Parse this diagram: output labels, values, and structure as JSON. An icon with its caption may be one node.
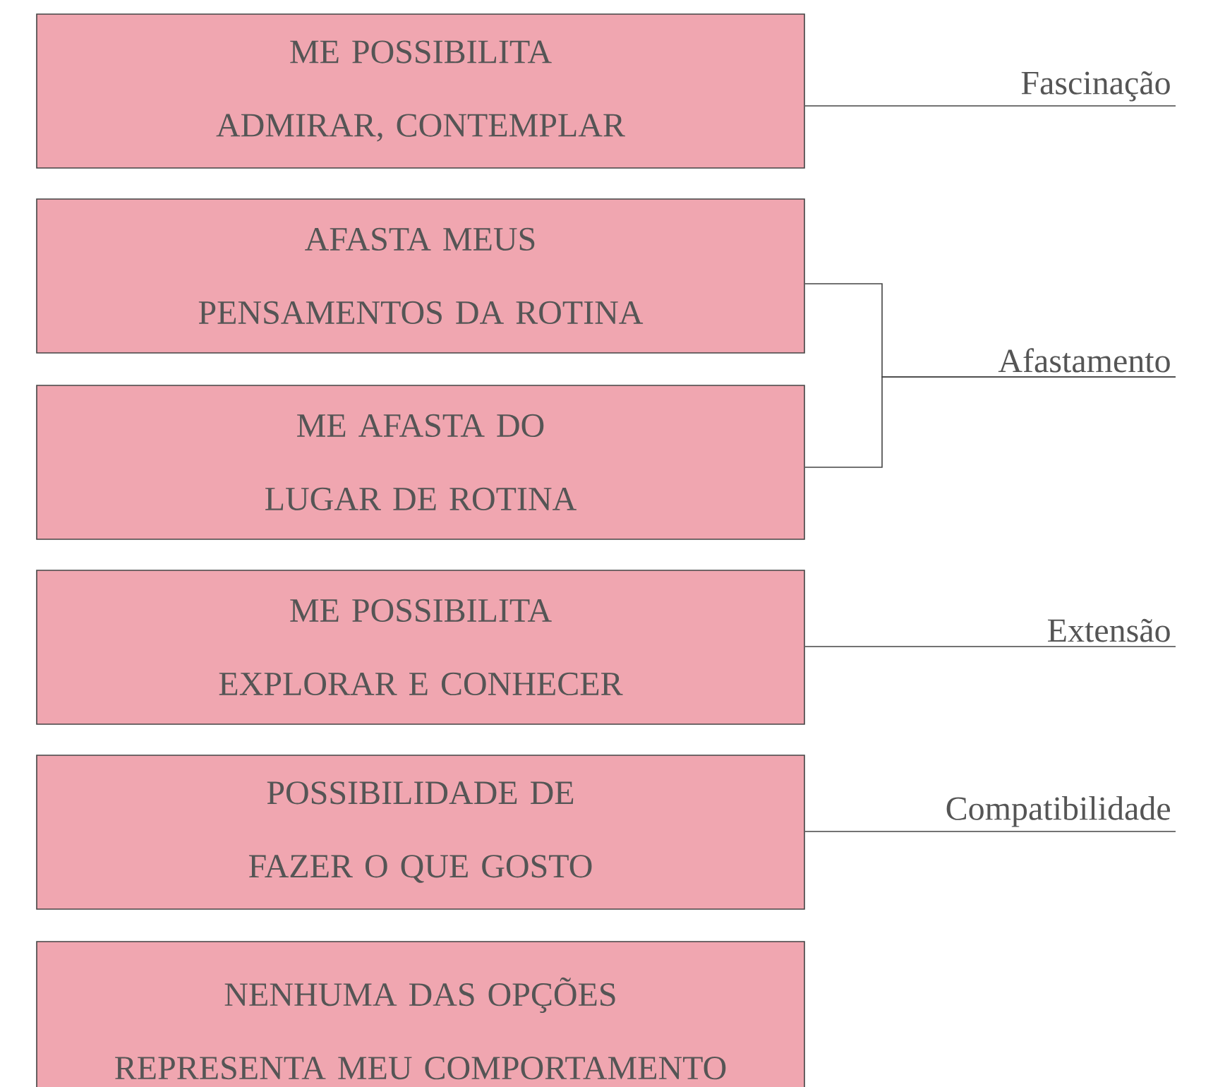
{
  "diagram": {
    "nodes": [
      {
        "text": [
          "ME POSSIBILITA ADMIRAR, CONTEMPLAR"
        ]
      },
      {
        "text": [
          "Fascinação"
        ]
      },
      {
        "text": [
          "AFASTA MEUS PENSAMENTOS DA ROTINA"
        ]
      },
      {
        "text": [
          "Afastamento"
        ]
      },
      {
        "text": [
          "ME AFASTA DO LUGAR DE ROTINA"
        ]
      },
      {
        "text": [
          "ME POSSIBILITA EXPLORAR E CONHECER"
        ]
      },
      {
        "text": [
          "Extensão"
        ]
      },
      {
        "text": [
          "POSSIBILIDADE DE FAZER O QUE GOSTO"
        ]
      },
      {
        "text": [
          "Compatibilidade"
        ]
      },
      {
        "text": [
          "NENHUMA DAS OPÇÕES REPRESENTA MEU COMPORTAMENTO"
        ]
      }
    ],
    "edges": [
      {
        "from": 0,
        "to": 1,
        "arrow": "none"
      },
      {
        "from": 2,
        "to": 3,
        "arrow": "none"
      },
      {
        "from": 4,
        "to": 3,
        "arrow": "none"
      },
      {
        "from": 5,
        "to": 6,
        "arrow": "none"
      },
      {
        "from": 7,
        "to": 8,
        "arrow": "none"
      }
    ]
  }
}
